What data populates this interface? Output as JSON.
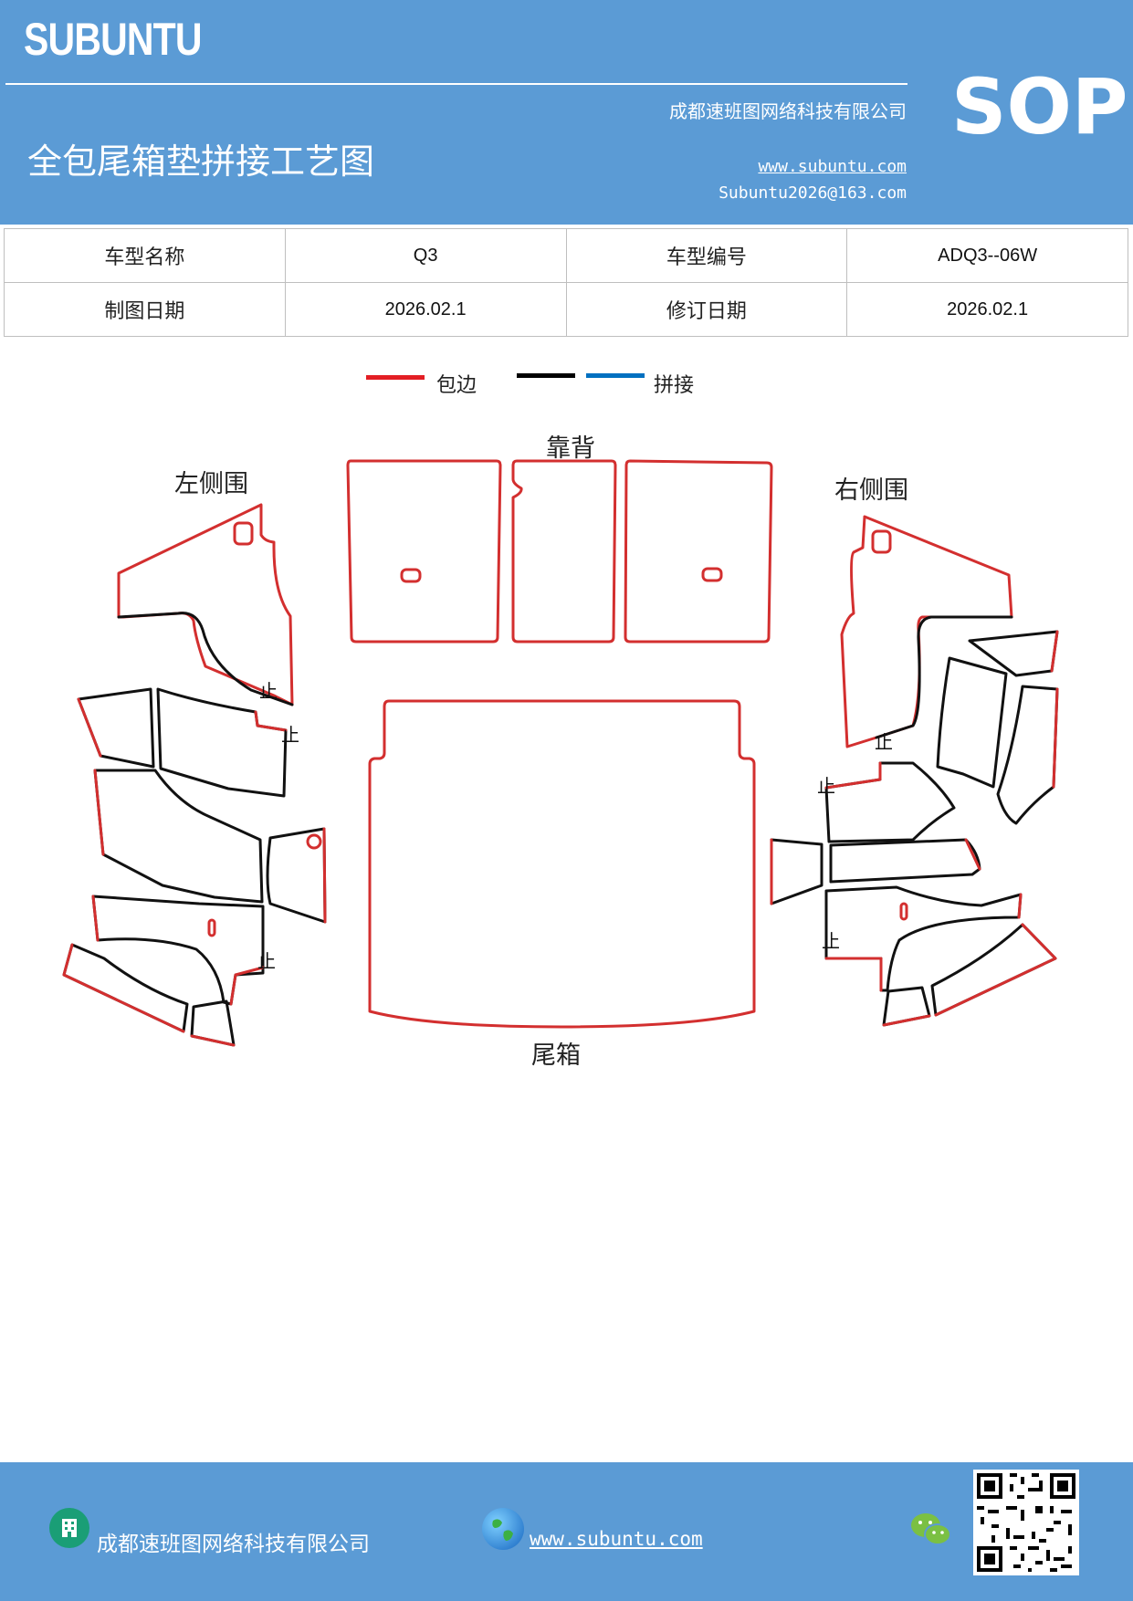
{
  "header": {
    "logo": "SUBUNTU",
    "sop": "SOP",
    "title": "全包尾箱垫拼接工艺图",
    "company": "成都速班图网络科技有限公司",
    "website": "www.subuntu.com",
    "email": "Subuntu2026@163.com"
  },
  "info_table": {
    "rows": [
      [
        "车型名称",
        "Q3",
        "车型编号",
        "ADQ3--06W"
      ],
      [
        "制图日期",
        "2026.02.1",
        "修订日期",
        "2026.02.1"
      ]
    ]
  },
  "legend": {
    "items": [
      {
        "label": "包边",
        "color": "#e31e24"
      },
      {
        "label": "",
        "color": "#000000"
      },
      {
        "label": "拼接",
        "color": "#0070c0"
      }
    ]
  },
  "diagram": {
    "labels": {
      "left_side": "左侧围",
      "backrest": "靠背",
      "right_side": "右侧围",
      "trunk": "尾箱"
    },
    "stop_mark": "止",
    "colors": {
      "edge": "#d32f2f",
      "seam": "#111111"
    }
  },
  "footer": {
    "company": "成都速班图网络科技有限公司",
    "website": "www.subuntu.com"
  }
}
